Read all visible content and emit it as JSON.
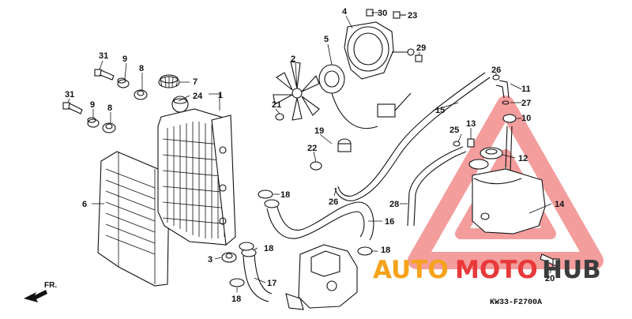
{
  "diagram": {
    "watermark": {
      "text_a": "AUTO",
      "text_b": "MOTO",
      "text_c": "HUB",
      "color_orange": "#f6a21b",
      "color_red": "#e8393a",
      "color_dark": "#3c3c3c"
    },
    "front_label": "FR.",
    "diagram_code": "KW33-F2700A",
    "callouts": [
      "1",
      "2",
      "3",
      "4",
      "5",
      "6",
      "7",
      "8",
      "8",
      "9",
      "9",
      "10",
      "11",
      "12",
      "13",
      "14",
      "15",
      "16",
      "17",
      "18",
      "18",
      "18",
      "18",
      "19",
      "20",
      "21",
      "22",
      "23",
      "24",
      "25",
      "26",
      "26",
      "27",
      "28",
      "29",
      "30",
      "31",
      "31"
    ]
  }
}
